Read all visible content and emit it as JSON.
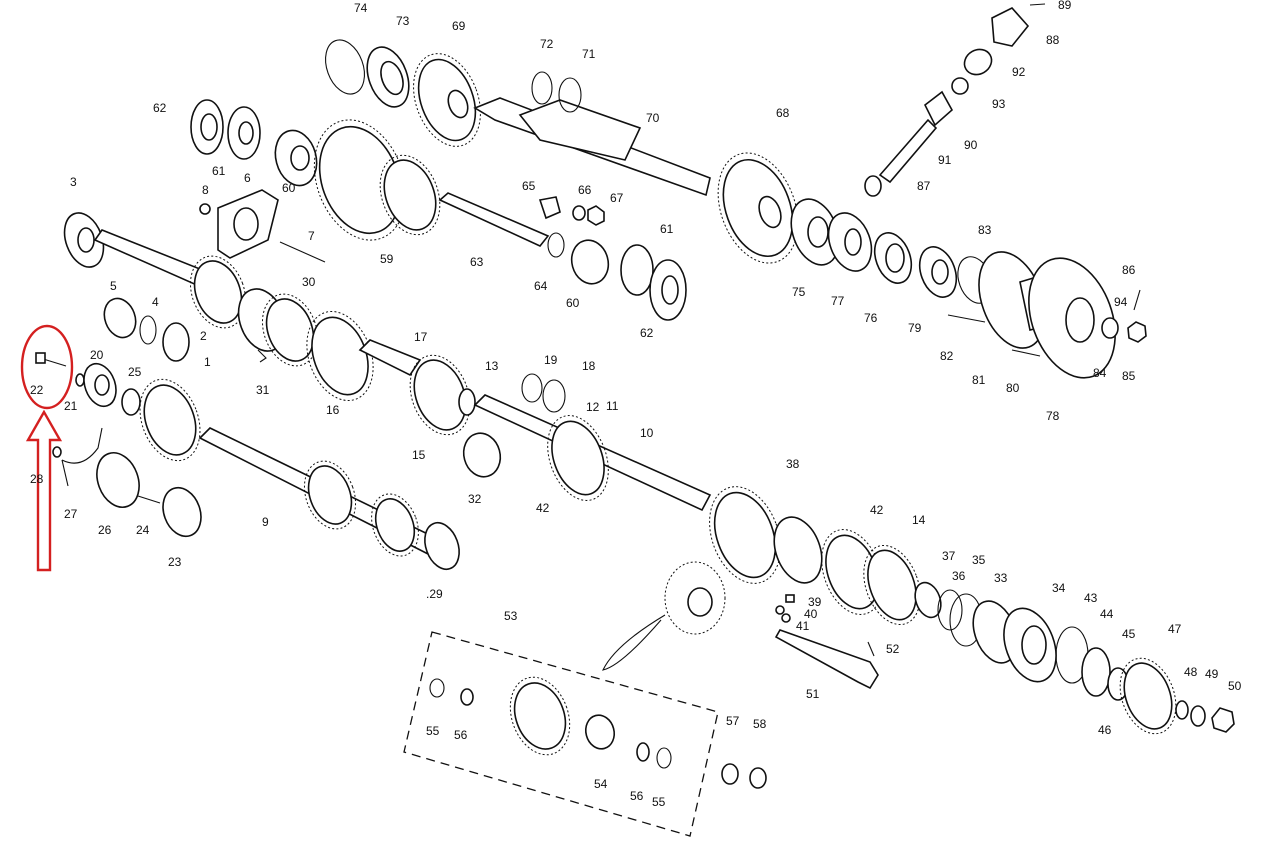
{
  "labels": [
    "3",
    "5",
    "4",
    "2",
    "1",
    "20",
    "22",
    "21",
    "25",
    "28",
    "27",
    "26",
    "24",
    "23",
    "9",
    "29",
    "31",
    "16",
    "30",
    "7",
    "8",
    "6",
    "61",
    "62",
    "60",
    "59",
    "74",
    "73",
    "69",
    "72",
    "71",
    "70",
    "63",
    "65",
    "66",
    "67",
    "64",
    "68",
    "75",
    "77",
    "76",
    "79",
    "83",
    "89",
    "88",
    "92",
    "93",
    "90",
    "91",
    "87",
    "86",
    "94",
    "82",
    "81",
    "80",
    "84",
    "85",
    "78",
    "17",
    "13",
    "15",
    "19",
    "18",
    "12",
    "11",
    "10",
    "32",
    "42",
    "38",
    "14",
    "37",
    "36",
    "35",
    "33",
    "34",
    "43",
    "44",
    "45",
    "47",
    "48",
    "49",
    "50",
    "46",
    "39",
    "40",
    "41",
    "51",
    "52",
    "53",
    "55",
    "56",
    "54",
    "57",
    "58"
  ],
  "extra_labels": {
    "p61b": "61",
    "p60b": "60",
    "p62b": "62",
    "p42b": "42",
    "p56b": "56",
    "p55b": "55",
    "p29": ".29"
  },
  "colors": {
    "highlight": "#d42020",
    "ink": "#111111"
  }
}
